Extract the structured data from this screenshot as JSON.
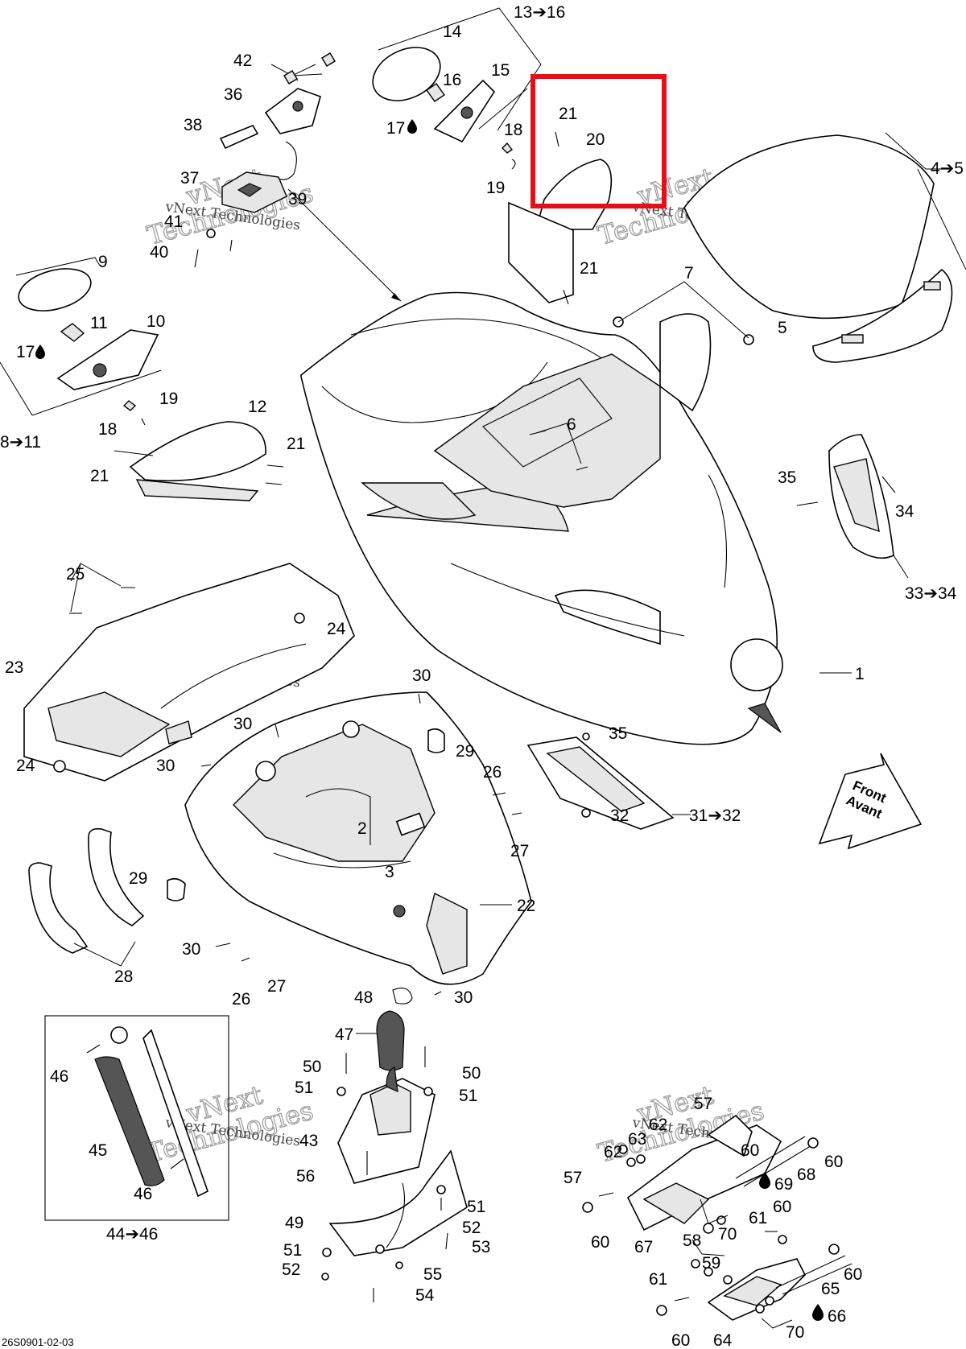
{
  "drawing_code": "26S0901-02-03",
  "watermark": {
    "brand_line1": "vNext",
    "brand_line2": "Technologies",
    "small": "vNext Technologies"
  },
  "front_arrow": {
    "line1": "Front",
    "line2": "Avant"
  },
  "highlight_color": "#e3101a",
  "drop_icon": "oil-drop-icon",
  "callouts": [
    {
      "id": "c13_16",
      "text": "13➔16"
    },
    {
      "id": "c14",
      "text": "14"
    },
    {
      "id": "c15",
      "text": "15"
    },
    {
      "id": "c16",
      "text": "16"
    },
    {
      "id": "c17a",
      "text": "17"
    },
    {
      "id": "c18a",
      "text": "18"
    },
    {
      "id": "c19a",
      "text": "19"
    },
    {
      "id": "c20",
      "text": "20"
    },
    {
      "id": "c21a",
      "text": "21"
    },
    {
      "id": "c21b",
      "text": "21"
    },
    {
      "id": "c42",
      "text": "42"
    },
    {
      "id": "c36",
      "text": "36"
    },
    {
      "id": "c38",
      "text": "38"
    },
    {
      "id": "c37",
      "text": "37"
    },
    {
      "id": "c39",
      "text": "39"
    },
    {
      "id": "c41",
      "text": "41"
    },
    {
      "id": "c40",
      "text": "40"
    },
    {
      "id": "c9",
      "text": "9"
    },
    {
      "id": "c11",
      "text": "11"
    },
    {
      "id": "c10",
      "text": "10"
    },
    {
      "id": "c17b",
      "text": "17"
    },
    {
      "id": "c19b",
      "text": "19"
    },
    {
      "id": "c18b",
      "text": "18"
    },
    {
      "id": "c8_11",
      "text": "8➔11"
    },
    {
      "id": "c12",
      "text": "12"
    },
    {
      "id": "c21c",
      "text": "21"
    },
    {
      "id": "c21d",
      "text": "21"
    },
    {
      "id": "c7",
      "text": "7"
    },
    {
      "id": "c4_5",
      "text": "4➔5"
    },
    {
      "id": "c5",
      "text": "5"
    },
    {
      "id": "c6",
      "text": "6"
    },
    {
      "id": "c35a",
      "text": "35"
    },
    {
      "id": "c34",
      "text": "34"
    },
    {
      "id": "c33_34",
      "text": "33➔34"
    },
    {
      "id": "c1",
      "text": "1"
    },
    {
      "id": "c25",
      "text": "25"
    },
    {
      "id": "c24a",
      "text": "24"
    },
    {
      "id": "c23",
      "text": "23"
    },
    {
      "id": "c24b",
      "text": "24"
    },
    {
      "id": "c30a",
      "text": "30"
    },
    {
      "id": "c30b",
      "text": "30"
    },
    {
      "id": "c29a",
      "text": "29"
    },
    {
      "id": "c30c",
      "text": "30"
    },
    {
      "id": "c26a",
      "text": "26"
    },
    {
      "id": "c27a",
      "text": "27"
    },
    {
      "id": "c2",
      "text": "2"
    },
    {
      "id": "c3",
      "text": "3"
    },
    {
      "id": "c22",
      "text": "22"
    },
    {
      "id": "c29b",
      "text": "29"
    },
    {
      "id": "c30d",
      "text": "30"
    },
    {
      "id": "c28",
      "text": "28"
    },
    {
      "id": "c26b",
      "text": "26"
    },
    {
      "id": "c27b",
      "text": "27"
    },
    {
      "id": "c35b",
      "text": "35"
    },
    {
      "id": "c32",
      "text": "32"
    },
    {
      "id": "c31_32",
      "text": "31➔32"
    },
    {
      "id": "c48",
      "text": "48"
    },
    {
      "id": "c30e",
      "text": "30"
    },
    {
      "id": "c47",
      "text": "47"
    },
    {
      "id": "c50a",
      "text": "50"
    },
    {
      "id": "c51a",
      "text": "51"
    },
    {
      "id": "c50b",
      "text": "50"
    },
    {
      "id": "c51b",
      "text": "51"
    },
    {
      "id": "c43",
      "text": "43"
    },
    {
      "id": "c56",
      "text": "56"
    },
    {
      "id": "c49",
      "text": "49"
    },
    {
      "id": "c51c",
      "text": "51"
    },
    {
      "id": "c52a",
      "text": "52"
    },
    {
      "id": "c53",
      "text": "53"
    },
    {
      "id": "c51d",
      "text": "51"
    },
    {
      "id": "c52b",
      "text": "52"
    },
    {
      "id": "c55",
      "text": "55"
    },
    {
      "id": "c54",
      "text": "54"
    },
    {
      "id": "c46a",
      "text": "46"
    },
    {
      "id": "c45",
      "text": "45"
    },
    {
      "id": "c46b",
      "text": "46"
    },
    {
      "id": "c44_46",
      "text": "44➔46"
    },
    {
      "id": "c57a",
      "text": "57"
    },
    {
      "id": "c62a",
      "text": "62"
    },
    {
      "id": "c63",
      "text": "63"
    },
    {
      "id": "c62b",
      "text": "62"
    },
    {
      "id": "c60a",
      "text": "60"
    },
    {
      "id": "c60b",
      "text": "60"
    },
    {
      "id": "c68",
      "text": "68"
    },
    {
      "id": "c69",
      "text": "69"
    },
    {
      "id": "c57b",
      "text": "57"
    },
    {
      "id": "c60c",
      "text": "60"
    },
    {
      "id": "c67",
      "text": "67"
    },
    {
      "id": "c70a",
      "text": "70"
    },
    {
      "id": "c61a",
      "text": "61"
    },
    {
      "id": "c60d",
      "text": "60"
    },
    {
      "id": "c58",
      "text": "58"
    },
    {
      "id": "c59",
      "text": "59"
    },
    {
      "id": "c60e",
      "text": "60"
    },
    {
      "id": "c65",
      "text": "65"
    },
    {
      "id": "c61b",
      "text": "61"
    },
    {
      "id": "c66",
      "text": "66"
    },
    {
      "id": "c70b",
      "text": "70"
    },
    {
      "id": "c60f",
      "text": "60"
    },
    {
      "id": "c64",
      "text": "64"
    }
  ]
}
